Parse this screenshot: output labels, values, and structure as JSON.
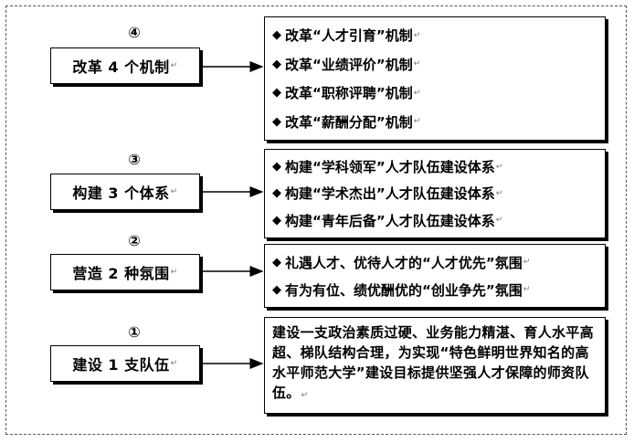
{
  "groups": [
    {
      "number": "④",
      "label": "改革 4 个机制",
      "items": [
        "改革“人才引育”机制",
        "改革“业绩评价”机制",
        "改革“职称评聘”机制",
        "改革“薪酬分配”机制"
      ]
    },
    {
      "number": "③",
      "label": "构建 3 个体系",
      "items": [
        "构建“学科领军”人才队伍建设体系",
        "构建“学术杰出”人才队伍建设体系",
        "构建“青年后备”人才队伍建设体系"
      ]
    },
    {
      "number": "②",
      "label": "营造 2 种氛围",
      "items": [
        "礼遇人才、优待人才的“人才优先”氛围",
        "有为有位、绩优酬优的“创业争先”氛围"
      ]
    },
    {
      "number": "①",
      "label": "建设 1 支队伍",
      "description": "建设一支政治素质过硬、业务能力精湛、育人水平高超、梯队结构合理，为实现“特色鲜明世界知名的高水平师范大学”建设目标提供坚强人才保障的师资队伍。"
    }
  ],
  "bullet_glyph": "◆",
  "paragraph_mark": "↵"
}
